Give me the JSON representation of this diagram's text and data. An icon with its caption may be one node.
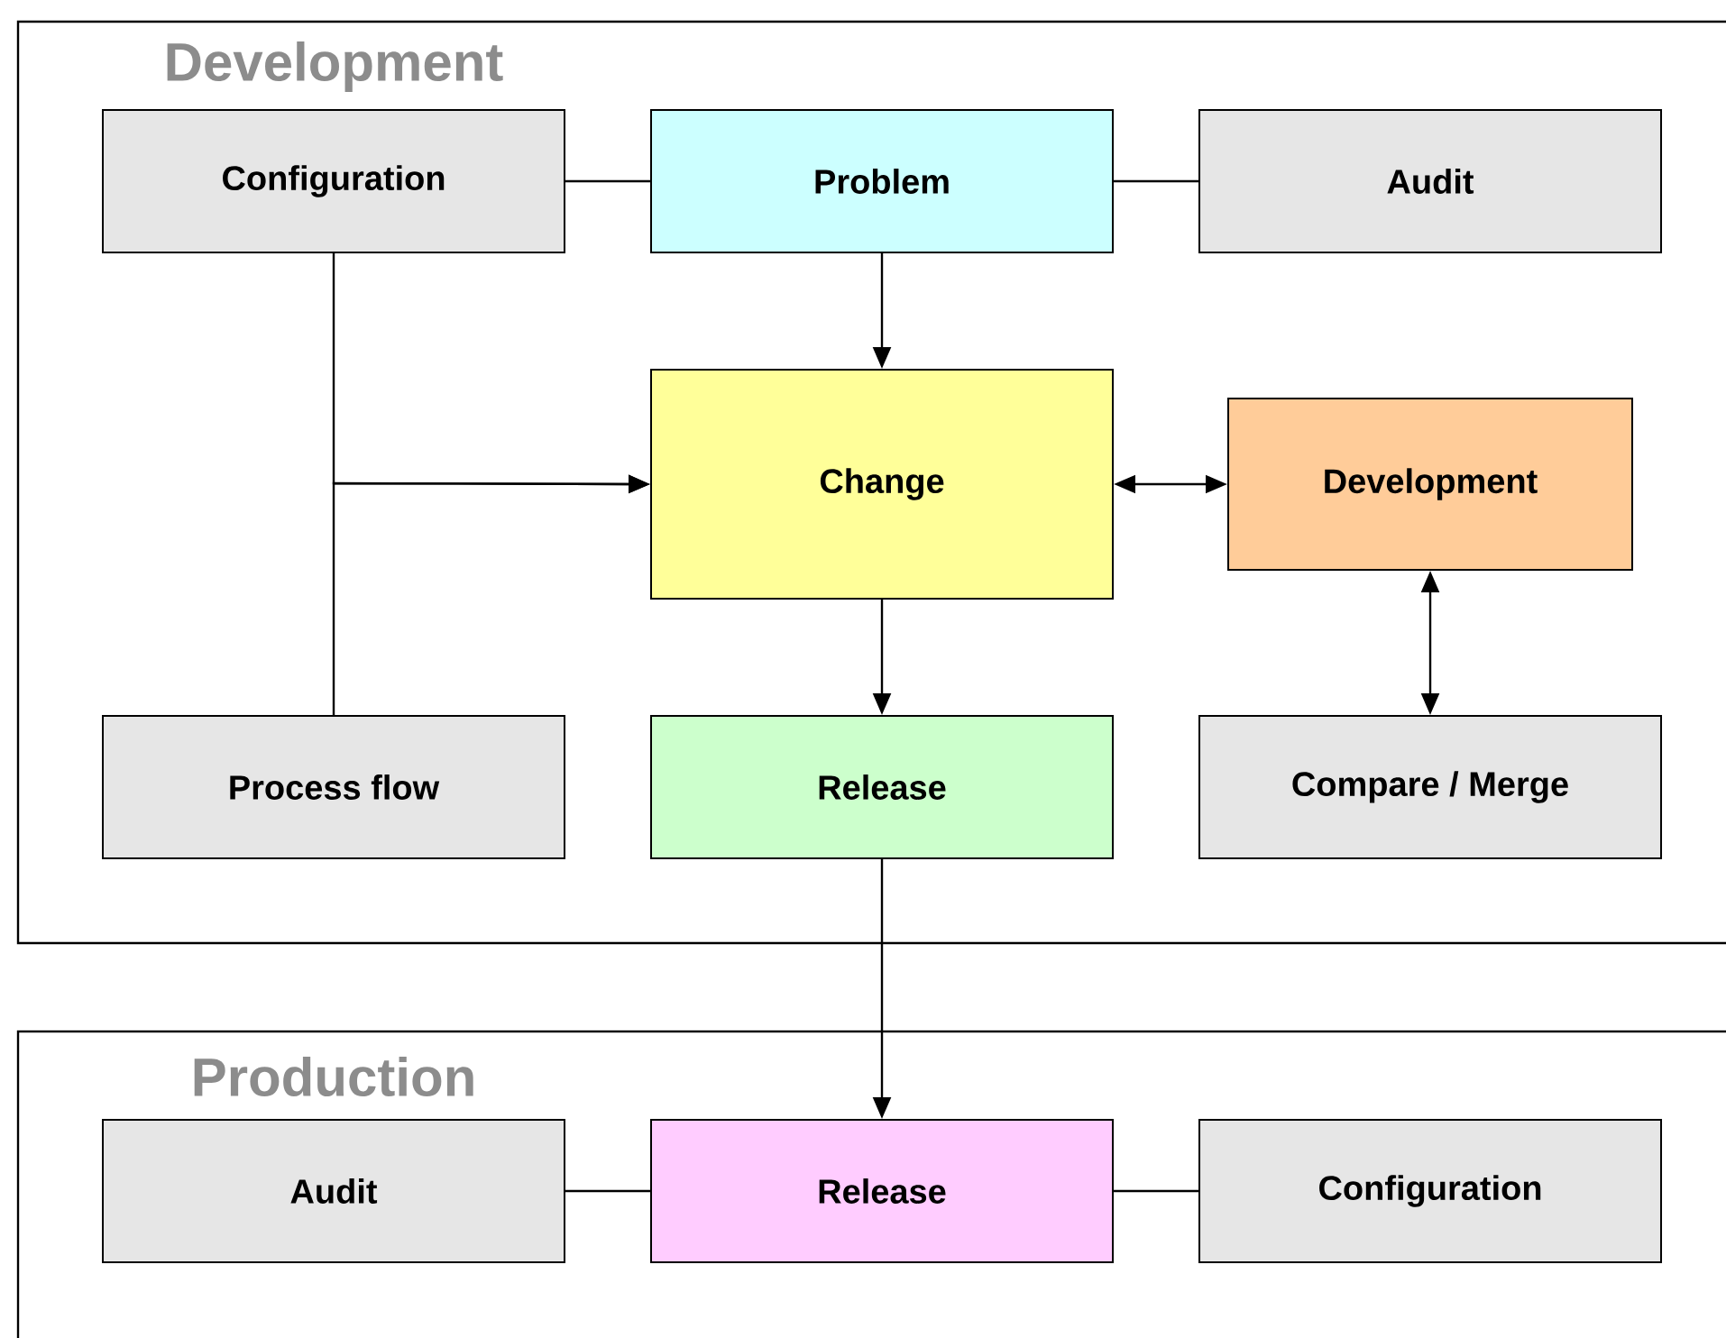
{
  "diagram": {
    "nodes": [
      {
        "text": [
          "Development"
        ]
      },
      {
        "text": [
          "Configuration"
        ],
        "in": 0
      },
      {
        "text": [
          "Problem"
        ],
        "in": 0
      },
      {
        "text": [
          "Audit"
        ],
        "in": 0
      },
      {
        "text": [
          "Change"
        ],
        "in": 0
      },
      {
        "text": [
          "Development"
        ],
        "in": 0
      },
      {
        "text": [
          "Process flow"
        ],
        "in": 0
      },
      {
        "text": [
          "Release"
        ],
        "in": 0
      },
      {
        "text": [
          "Compare / Merge"
        ],
        "in": 0
      },
      {
        "text": [
          "Production"
        ]
      },
      {
        "text": [
          "Audit"
        ],
        "in": 9
      },
      {
        "text": [
          "Release"
        ],
        "in": 9
      },
      {
        "text": [
          "Configuration"
        ],
        "in": 9
      }
    ],
    "edges": [
      {
        "from": 1,
        "to": 2,
        "arrow": "none"
      },
      {
        "from": 2,
        "to": 3,
        "arrow": "none"
      },
      {
        "from": 2,
        "to": 4,
        "arrow": "to"
      },
      {
        "from": 1,
        "to": 4,
        "arrow": "to"
      },
      {
        "from": 6,
        "to": 4,
        "arrow": "to"
      },
      {
        "from": 4,
        "to": 5,
        "arrow": "both"
      },
      {
        "from": 5,
        "to": 8,
        "arrow": "both"
      },
      {
        "from": 4,
        "to": 7,
        "arrow": "to"
      },
      {
        "from": 7,
        "to": 11,
        "arrow": "to"
      },
      {
        "from": 10,
        "to": 11,
        "arrow": "none"
      },
      {
        "from": 11,
        "to": 12,
        "arrow": "none"
      }
    ]
  }
}
